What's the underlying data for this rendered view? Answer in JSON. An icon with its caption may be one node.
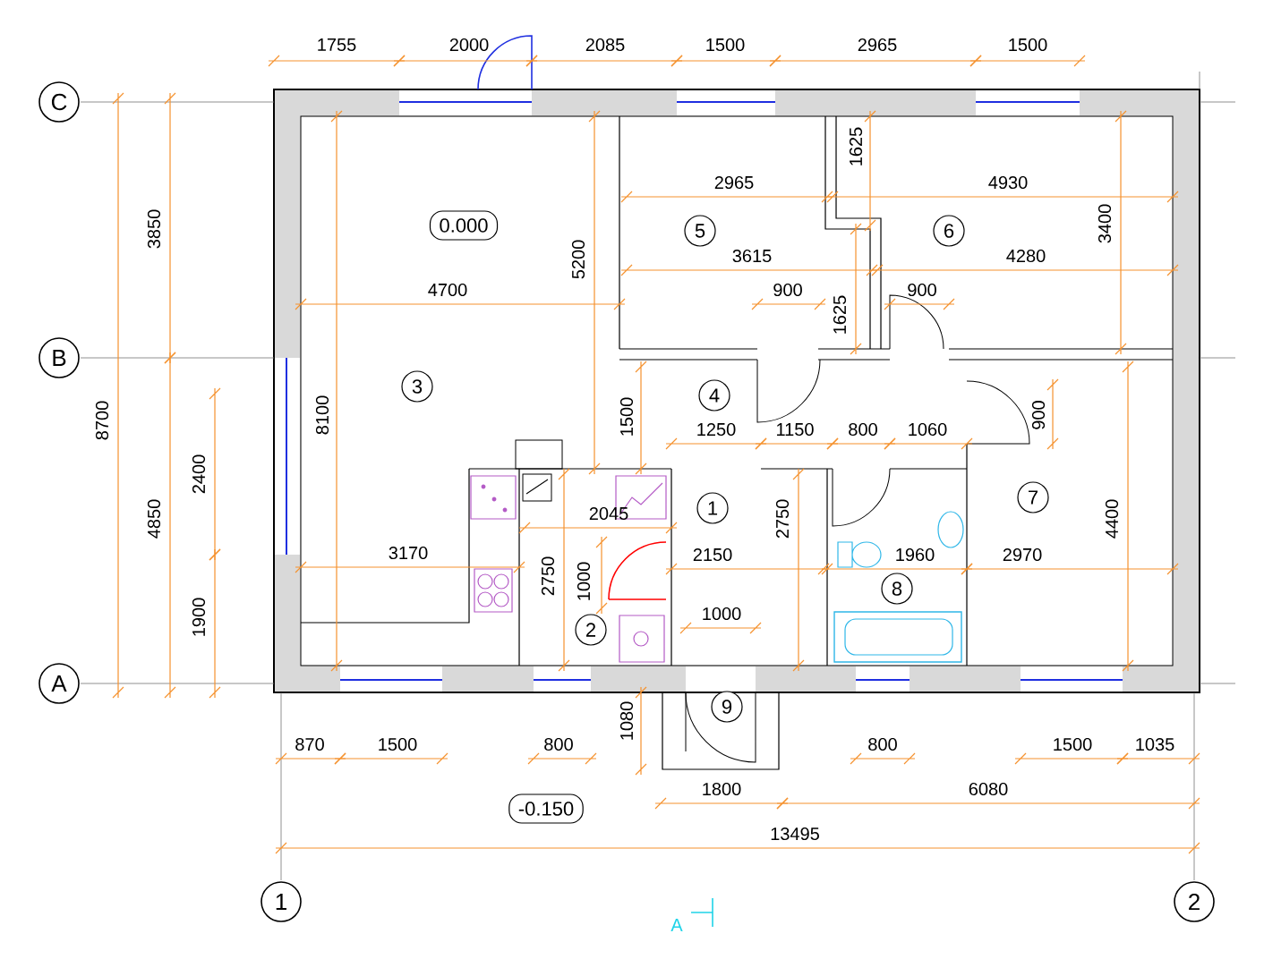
{
  "diagram": {
    "nodes": [
      {
        "text": [
          "C"
        ]
      },
      {
        "text": [
          "0.000"
        ]
      },
      {
        "text": [
          "5"
        ]
      },
      {
        "text": [
          "6"
        ]
      },
      {
        "text": [
          "B"
        ]
      },
      {
        "text": [
          "3"
        ]
      },
      {
        "text": [
          "4"
        ]
      },
      {
        "text": [
          "7"
        ]
      },
      {
        "text": [
          "1"
        ]
      },
      {
        "text": [
          "8"
        ]
      },
      {
        "text": [
          "2"
        ]
      },
      {
        "text": [
          "A"
        ]
      },
      {
        "text": [
          "9"
        ]
      },
      {
        "text": [
          "-0.150"
        ]
      },
      {
        "text": [
          "1"
        ]
      },
      {
        "text": [
          "2"
        ]
      }
    ],
    "labels": [
      "1755",
      "2000",
      "2085",
      "1500",
      "2965",
      "1500",
      "1625",
      "2965",
      "4930",
      "3850",
      "5200",
      "3615",
      "4280",
      "3400",
      "4700",
      "900",
      "1625",
      "900",
      "8100",
      "1500",
      "900",
      "1250",
      "1150",
      "800",
      "1060",
      "8700",
      "2400",
      "4850",
      "2045",
      "2750",
      "4400",
      "3170",
      "2150",
      "1960",
      "2970",
      "2750",
      "1000",
      "1000",
      "1900",
      "1080",
      "870",
      "1500",
      "800",
      "800",
      "1500",
      "1035",
      "1800",
      "6080",
      "13495",
      "A"
    ]
  }
}
